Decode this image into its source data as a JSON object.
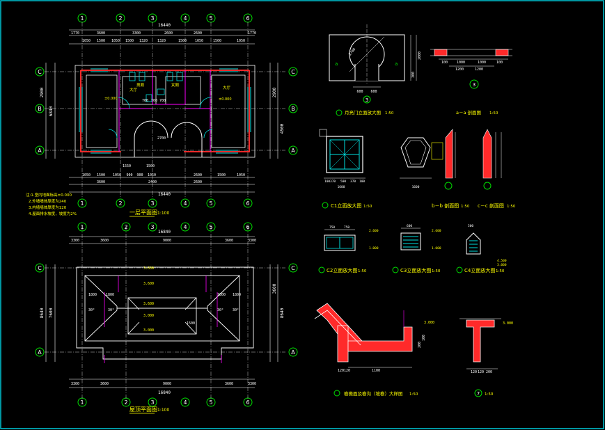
{
  "drawing": {
    "colors": {
      "background": "#000000",
      "frame": "#00c8d8",
      "dimension": "#ffffff",
      "grid_bubble": "#00e000",
      "wall": "#ff2a2a",
      "hatch": "#ff00ff",
      "text": "#ffff00",
      "secondary": "#00e0e0",
      "structure": "#ffffff"
    },
    "first_floor": {
      "grid_top": [
        "1",
        "2",
        "3",
        "4",
        "5",
        "6"
      ],
      "grid_bottom": [
        "1",
        "2",
        "3",
        "4",
        "5",
        "6"
      ],
      "grid_rows_left": [
        "C",
        "B",
        "A"
      ],
      "grid_rows_right": [
        "C",
        "B",
        "A"
      ],
      "overall_top": "16440",
      "top_dims_1": [
        "1770",
        "3600",
        "3300",
        "2600",
        "2600",
        "1770"
      ],
      "top_dims_2": [
        "1050",
        "1500",
        "1050",
        "1500",
        "1320",
        "1320",
        "1500",
        "1050",
        "1500",
        "1050"
      ],
      "bottom_dims_1": [
        "1050",
        "1500",
        "1050",
        "900",
        "900",
        "1050",
        "2600",
        "1500",
        "1050"
      ],
      "bottom_dims_2": [
        "3600",
        "2400",
        "2600"
      ],
      "overall_bottom": "16440",
      "left_dims": [
        "2900",
        "6840"
      ],
      "right_dims": [
        "2900",
        "4500"
      ],
      "room_labels": [
        "大厅",
        "男厕",
        "女厕",
        "大厅",
        "±0.000",
        "±0.000"
      ],
      "small_dims": [
        "2700",
        "700",
        "700",
        "700",
        "1550",
        "1500"
      ],
      "title": "一层平面图",
      "scale": "1:100",
      "notes": [
        "注:1.室内地面标高±0.000",
        "2.外墙墙体厚度为240",
        "3.内墙墙体厚度为120",
        "4.屋面排水坡度，坡度为2%"
      ]
    },
    "roof_plan": {
      "grid_top": [
        "1",
        "2",
        "3",
        "4",
        "5",
        "6"
      ],
      "grid_bottom": [
        "1",
        "2",
        "3",
        "4",
        "5",
        "6"
      ],
      "grid_rows_left": [
        "C",
        "B",
        "A"
      ],
      "grid_rows_right": [
        "C",
        "B",
        "A"
      ],
      "overall_top": "16840",
      "top_dims": [
        "3300",
        "3600",
        "9000",
        "3600",
        "3300"
      ],
      "bottom_dims": [
        "3300",
        "3600",
        "9000",
        "3600",
        "3300"
      ],
      "overall_bottom": "16840",
      "left_dims": [
        "8640",
        "7600"
      ],
      "right_dims": [
        "3600",
        "8640"
      ],
      "inner_dims": [
        "1800",
        "1800",
        "1800",
        "1800",
        "1500"
      ],
      "elevations": [
        "3.600",
        "3.600",
        "3.600",
        "3.000",
        "3.000"
      ],
      "slopes": [
        "30°",
        "30°",
        "30°",
        "30°"
      ],
      "title": "屋顶平面图",
      "scale": "1:100"
    },
    "details": {
      "moon_gate_title": "月亮门立面放大图",
      "moon_gate_scale": "1:50",
      "moon_gate_dims": [
        "600",
        "600",
        "2700",
        "300",
        "2000"
      ],
      "section_aa_title": "a－a 剖面图",
      "section_aa_scale": "1:50",
      "section_aa_dims": [
        "100",
        "1000",
        "1000",
        "100",
        "1200",
        "1200"
      ],
      "c1_title": "C1立面放大图",
      "c1_scale": "1:50",
      "c1_dims": [
        "100",
        "370",
        "500",
        "370",
        "100",
        "1600"
      ],
      "bb_title": "b－b 剖面图",
      "bb_scale": "1:50",
      "cc_title": "c－c 剖面图",
      "cc_scale": "1:50",
      "c2_title": "C2立面放大图",
      "c2_scale": "1:50",
      "c2_dims": [
        "750",
        "750",
        "2.600",
        "1.000"
      ],
      "c3_title": "C3立面放大图",
      "c3_scale": "1:50",
      "c3_dims": [
        "600",
        "2.600",
        "1.000"
      ],
      "c4_title": "C4立面放大图",
      "c4_scale": "1:50",
      "c4_dims": [
        "500",
        "4.500",
        "3.000"
      ],
      "eave_title": "檐檐面及檐沟（坡檐）大样图",
      "eave_scale": "1:50",
      "eave_dims": [
        "1100",
        "120",
        "120",
        "3.000",
        "200",
        "100"
      ],
      "detail7_title": "7",
      "detail7_scale": "1:50",
      "detail7_dims": [
        "120",
        "120",
        "200",
        "3.000"
      ]
    }
  }
}
